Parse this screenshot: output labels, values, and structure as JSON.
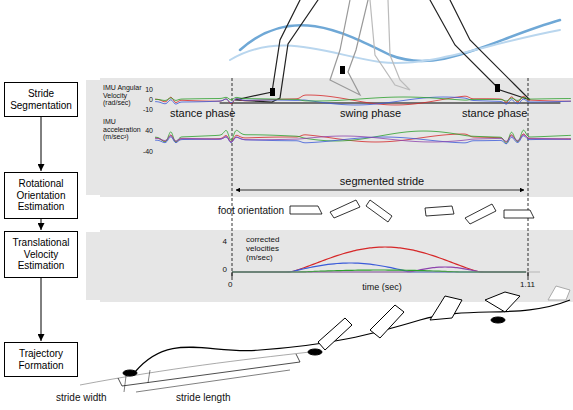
{
  "diagram": {
    "nodes": [
      {
        "text": [
          "Stride Segmentation"
        ]
      },
      {
        "text": [
          "Rotational Orientation Estimation"
        ]
      },
      {
        "text": [
          "Translational Velocity Estimation"
        ]
      },
      {
        "text": [
          "Trajectory Formation"
        ]
      }
    ],
    "edges": [
      {
        "from": 0,
        "to": 1,
        "arrow": "to"
      },
      {
        "from": 1,
        "to": 2,
        "arrow": "to"
      },
      {
        "from": 2,
        "to": 3,
        "arrow": "to"
      }
    ],
    "labels": [
      "IMU Angular Velocity (rad/sec)",
      "10",
      "0",
      "-10",
      "IMU acceleration (m/sec²)",
      "40",
      "-40",
      "stance phase",
      "swing phase",
      "stance phase",
      "segmented stride",
      "foot orientation",
      "corrected velocities (m/sec)",
      "4",
      "0",
      "0",
      "time (sec)",
      "1.11",
      "stride width",
      "stride length"
    ]
  }
}
